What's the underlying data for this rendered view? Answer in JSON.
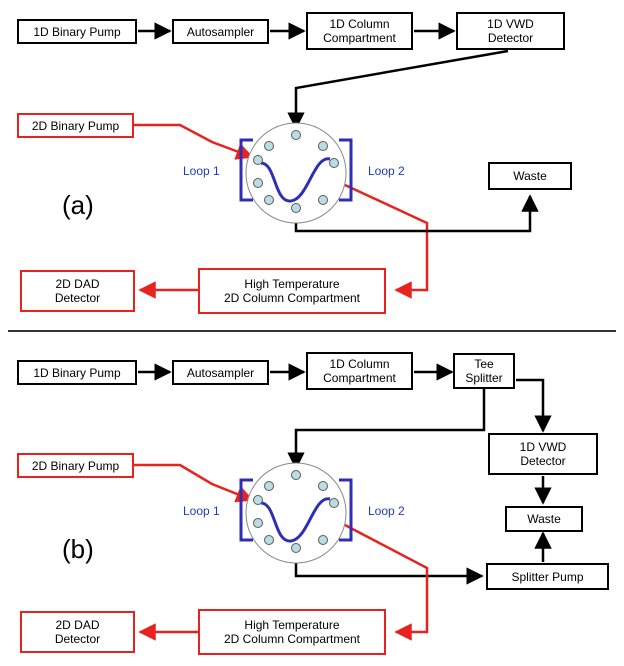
{
  "colors": {
    "black_line": "#000000",
    "red_line": "#e8231f",
    "blue_loop": "#2e2fb5",
    "port_fill": "#b9dde3",
    "valve_outline": "#8a8a8a",
    "divider": "#333333"
  },
  "panel_a": {
    "label": "(a)",
    "binary_pump_1d": "1D Binary Pump",
    "autosampler": "Autosampler",
    "column_compartment_1d": "1D Column\nCompartment",
    "vwd_detector_1d": "1D VWD\nDetector",
    "binary_pump_2d": "2D Binary Pump",
    "loop1": "Loop 1",
    "loop2": "Loop 2",
    "waste": "Waste",
    "dad_detector_2d": "2D DAD\nDetector",
    "column_compartment_2d": "High Temperature\n2D Column Compartment"
  },
  "panel_b": {
    "label": "(b)",
    "binary_pump_1d": "1D Binary Pump",
    "autosampler": "Autosampler",
    "column_compartment_1d": "1D Column\nCompartment",
    "tee_splitter": "Tee\nSplitter",
    "binary_pump_2d": "2D Binary Pump",
    "vwd_detector_1d": "1D VWD\nDetector",
    "loop1": "Loop 1",
    "loop2": "Loop 2",
    "waste": "Waste",
    "splitter_pump": "Splitter Pump",
    "dad_detector_2d": "2D DAD\nDetector",
    "column_compartment_2d": "High Temperature\n2D Column Compartment"
  }
}
